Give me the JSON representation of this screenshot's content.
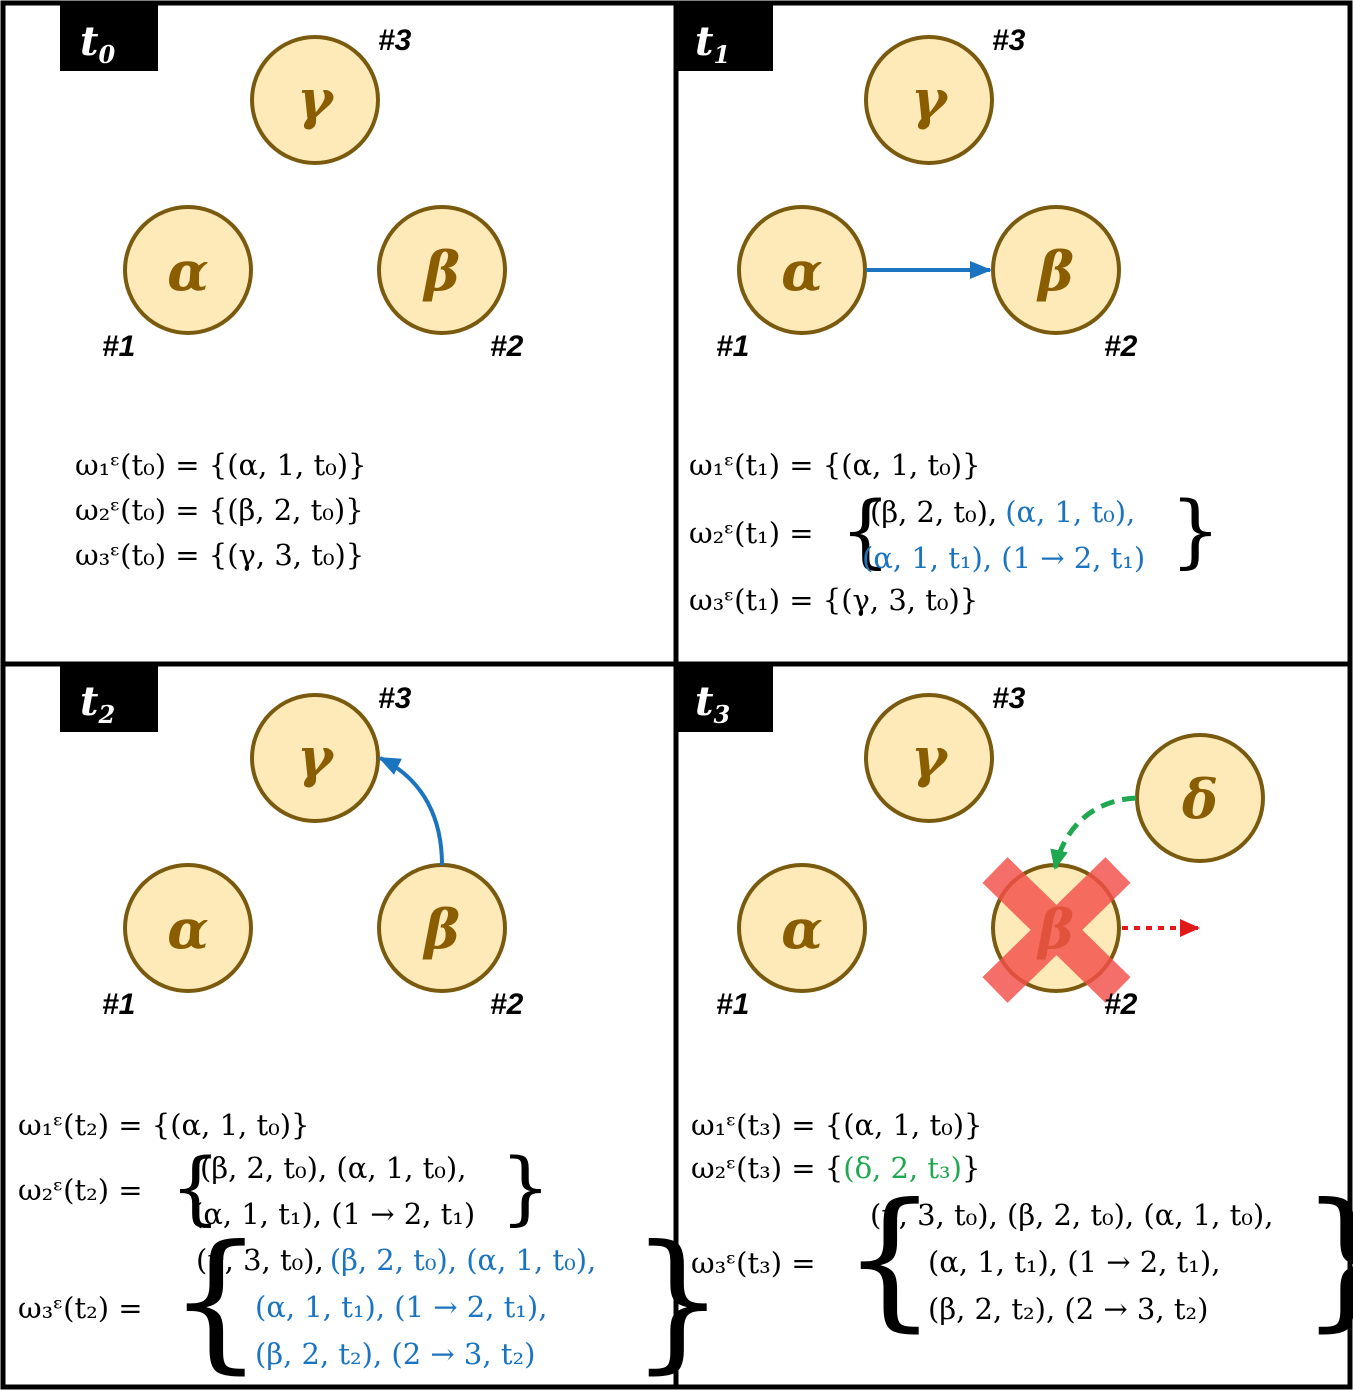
{
  "panels": [
    {
      "time_label": "t",
      "time_sub": "0",
      "nodes": {
        "alpha": "α",
        "beta": "β",
        "gamma": "γ"
      },
      "ids": {
        "one": "#1",
        "two": "#2",
        "three": "#3"
      },
      "eqs": [
        "ω₁ᵋ(t₀) = {(α, 1, t₀)}",
        "ω₂ᵋ(t₀) = {(β, 2, t₀)}",
        "ω₃ᵋ(t₀) = {(γ, 3, t₀)}"
      ]
    },
    {
      "time_label": "t",
      "time_sub": "1",
      "nodes": {
        "alpha": "α",
        "beta": "β",
        "gamma": "γ"
      },
      "ids": {
        "one": "#1",
        "two": "#2",
        "three": "#3"
      },
      "eq1": "ω₁ᵋ(t₁) = {(α, 1, t₀)}",
      "eq2_lhs": "ω₂ᵋ(t₁) =",
      "eq2_row1_black": "(β, 2, t₀),",
      "eq2_row1_blue": "(α, 1, t₀),",
      "eq2_row2_blue": "(α, 1, t₁), (1 → 2, t₁)",
      "eq3": "ω₃ᵋ(t₁) = {(γ, 3, t₀)}"
    },
    {
      "time_label": "t",
      "time_sub": "2",
      "nodes": {
        "alpha": "α",
        "beta": "β",
        "gamma": "γ"
      },
      "ids": {
        "one": "#1",
        "two": "#2",
        "three": "#3"
      },
      "eq1": "ω₁ᵋ(t₂) = {(α, 1, t₀)}",
      "eq2_lhs": "ω₂ᵋ(t₂) =",
      "eq2_row1": "(β, 2, t₀), (α, 1, t₀),",
      "eq2_row2": "(α, 1, t₁), (1 → 2, t₁)",
      "eq3_lhs": "ω₃ᵋ(t₂) =",
      "eq3_row1_black": "(γ, 3, t₀),",
      "eq3_row1_blue": "(β, 2, t₀), (α, 1, t₀),",
      "eq3_row2_blue": "(α, 1, t₁), (1 → 2, t₁),",
      "eq3_row3_blue": "(β, 2, t₂), (2 → 3, t₂)"
    },
    {
      "time_label": "t",
      "time_sub": "3",
      "nodes": {
        "alpha": "α",
        "beta": "β",
        "gamma": "γ",
        "delta": "δ"
      },
      "ids": {
        "one": "#1",
        "two": "#2",
        "three": "#3"
      },
      "eq1": "ω₁ᵋ(t₃) = {(α, 1, t₀)}",
      "eq2_lhs": "ω₂ᵋ(t₃) = {",
      "eq2_green": "(δ, 2, t₃)",
      "eq2_close": "}",
      "eq3_lhs": "ω₃ᵋ(t₃) =",
      "eq3_row1": "(γ, 3, t₀), (β, 2, t₀), (α, 1, t₀),",
      "eq3_row2": "(α, 1, t₁), (1 → 2, t₁),",
      "eq3_row3": "(β, 2, t₂), (2 → 3, t₂)"
    }
  ],
  "colors": {
    "node_fill": "#fdeab8",
    "node_stroke": "#7a5a0e",
    "node_text": "#8a5e00",
    "edge_blue": "#1a74c0",
    "edge_green": "#1fa84f",
    "edge_red": "#e01a1a",
    "cross": "#f4504a"
  }
}
